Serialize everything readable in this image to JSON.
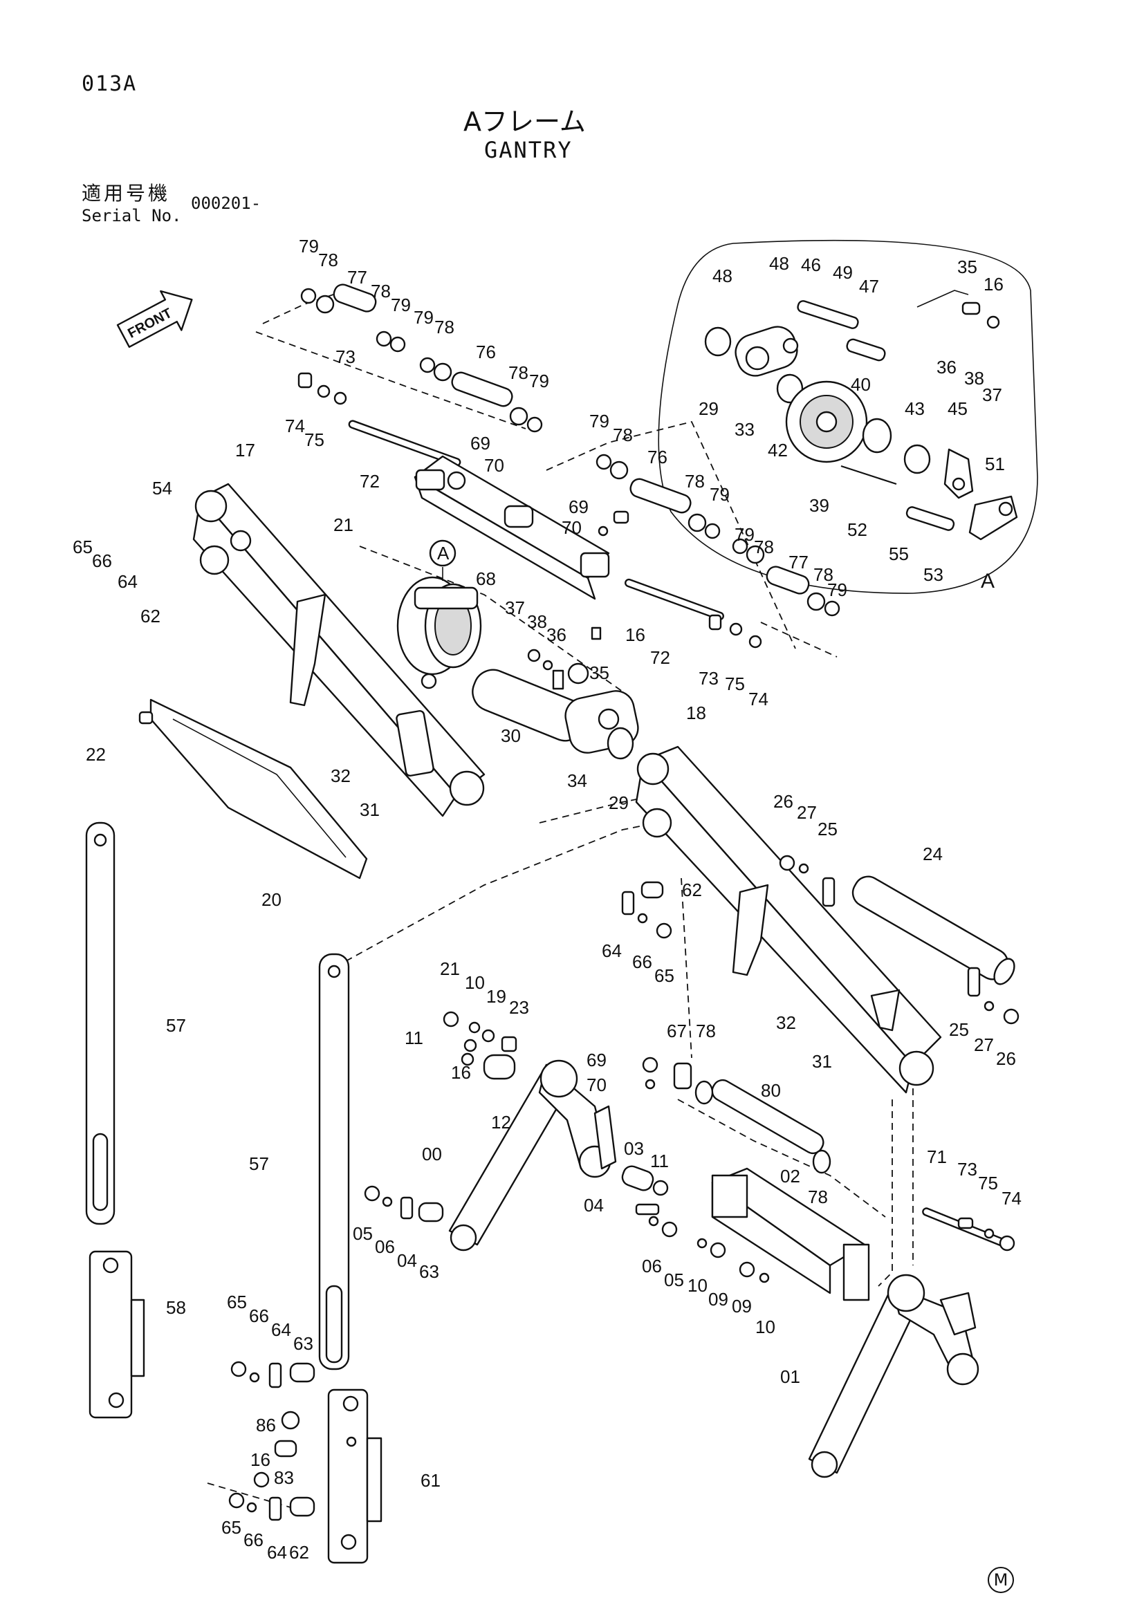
{
  "header": {
    "page_code": "013A",
    "title_ja": "Aフレーム",
    "title_en": "GANTRY",
    "serial_label_ja": "適用号機",
    "serial_label_en": "Serial No.",
    "serial_value": "000201-"
  },
  "diagram": {
    "front_arrow": "FRONT",
    "detail_bubble": "A",
    "detail_label": "A",
    "footer_mark": "M",
    "part_labels": [
      "79",
      "78",
      "77",
      "78",
      "79",
      "79",
      "78",
      "76",
      "78",
      "79",
      "73",
      "74",
      "75",
      "72",
      "69",
      "70",
      "48",
      "48",
      "46",
      "49",
      "47",
      "35",
      "16",
      "36",
      "38",
      "37",
      "29",
      "33",
      "42",
      "40",
      "43",
      "45",
      "39",
      "51",
      "52",
      "55",
      "53",
      "17",
      "54",
      "21",
      "65",
      "66",
      "64",
      "62",
      "22",
      "20",
      "32",
      "31",
      "37",
      "38",
      "36",
      "16",
      "35",
      "30",
      "34",
      "29",
      "68",
      "79",
      "78",
      "76",
      "78",
      "79",
      "69",
      "70",
      "79",
      "78",
      "77",
      "78",
      "79",
      "72",
      "73",
      "75",
      "74",
      "18",
      "26",
      "27",
      "25",
      "24",
      "62",
      "64",
      "66",
      "65",
      "57",
      "57",
      "58",
      "21",
      "10",
      "19",
      "23",
      "11",
      "16",
      "12",
      "00",
      "03",
      "11",
      "67",
      "78",
      "69",
      "70",
      "80",
      "04",
      "06",
      "05",
      "02",
      "78",
      "05",
      "06",
      "04",
      "63",
      "10",
      "09",
      "09",
      "10",
      "71",
      "73",
      "75",
      "74",
      "25",
      "27",
      "26",
      "32",
      "31",
      "65",
      "66",
      "64",
      "63",
      "86",
      "16",
      "83",
      "65",
      "66",
      "64",
      "62",
      "61",
      "01"
    ]
  }
}
